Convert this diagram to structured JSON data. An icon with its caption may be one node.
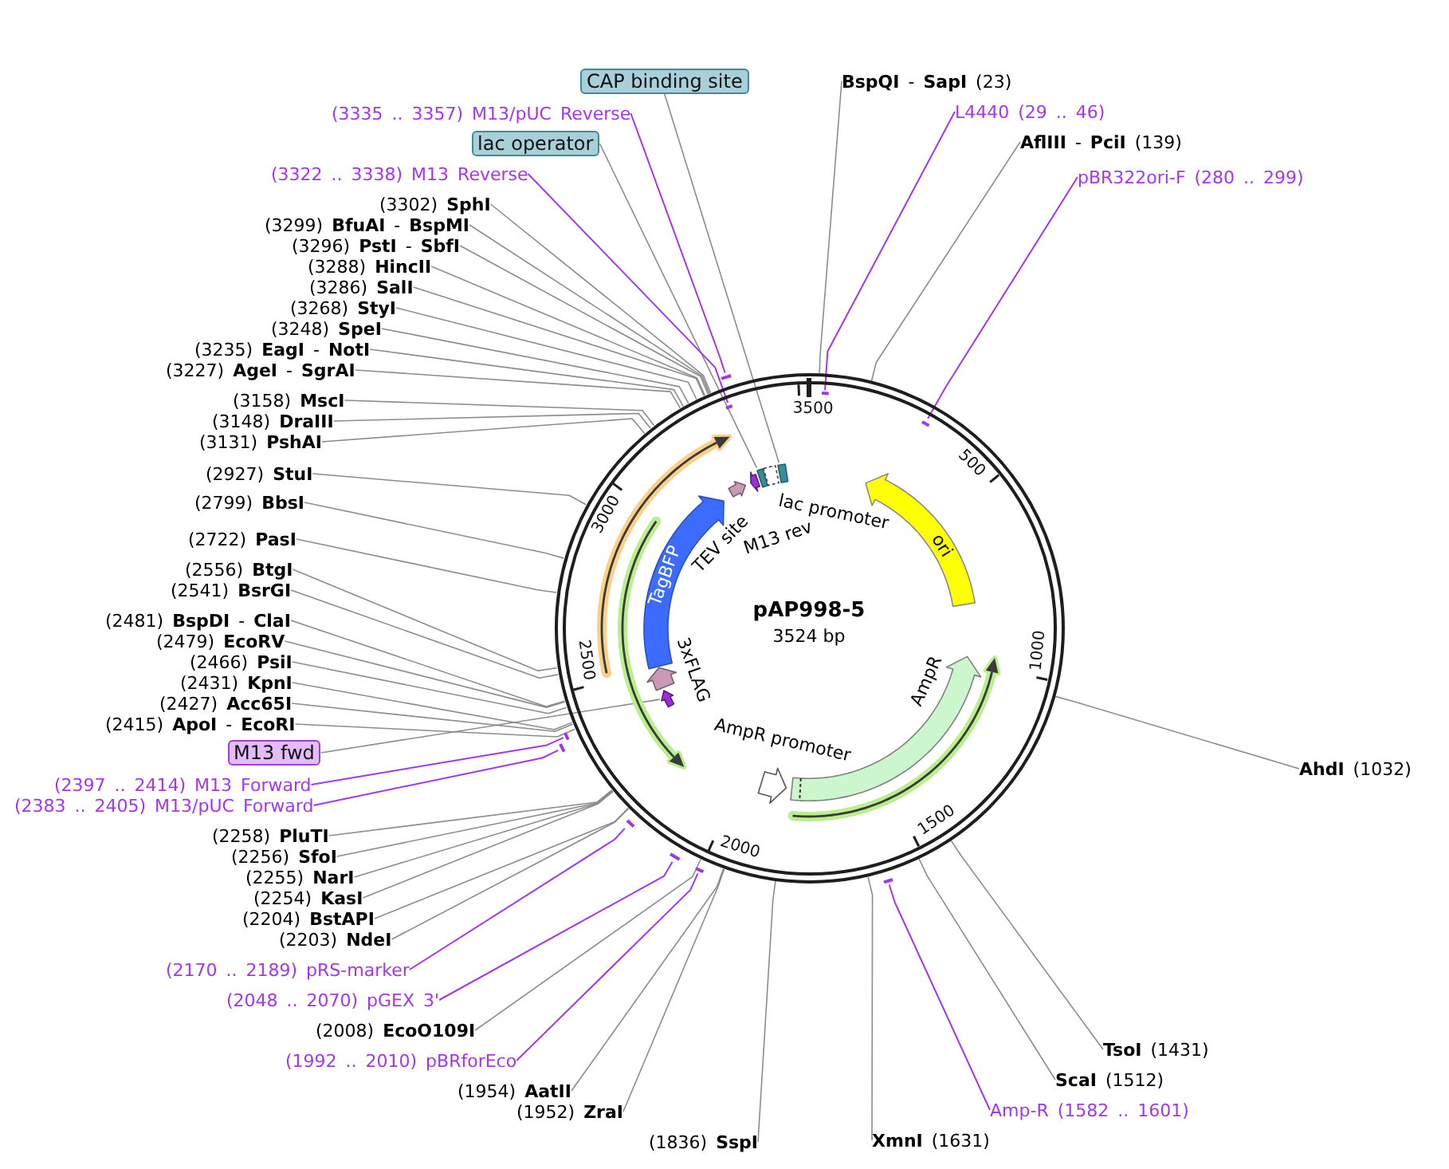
{
  "diagram": {
    "nodes": [
      {
        "text": [
          "pAP998-5",
          "3524 bp"
        ]
      },
      {
        "text": [
          "ori"
        ],
        "in": 0
      },
      {
        "text": [
          "AmpR"
        ],
        "in": 0
      },
      {
        "text": [
          "AmpR promoter"
        ],
        "in": 0
      },
      {
        "text": [
          "TagBFP"
        ],
        "in": 0
      },
      {
        "text": [
          "3xFLAG"
        ],
        "in": 0
      },
      {
        "text": [],
        "shape": "arrow",
        "in": 0
      },
      {
        "text": [
          "TEV site"
        ],
        "in": 0
      },
      {
        "text": [
          "M13 rev"
        ],
        "in": 0
      },
      {
        "text": [],
        "shape": "box",
        "in": 0
      },
      {
        "text": [
          "lac promoter"
        ],
        "in": 0
      },
      {
        "text": [],
        "shape": "box",
        "in": 0
      },
      {
        "text": [
          "CAP binding site"
        ]
      },
      {
        "text": [
          "**BspQI** - **SapI** (23)"
        ]
      },
      {
        "text": [
          "(3335 .. 3357) M13/pUC Reverse"
        ]
      },
      {
        "text": [
          "L4440 (29 .. 46)"
        ]
      },
      {
        "text": [
          "lac operator"
        ]
      },
      {
        "text": [
          "**AflIII** - **PciI** (139)"
        ]
      },
      {
        "text": [
          "(3322 .. 3338) M13 Reverse"
        ]
      },
      {
        "text": [
          "pBR322ori-F (280 .. 299)"
        ]
      },
      {
        "text": [
          "(3302) **SphI**"
        ]
      },
      {
        "text": [
          "(3299) **BfuAI** - **BspMI**"
        ]
      },
      {
        "text": [
          "(3296) **PstI** - **SbfI**"
        ]
      },
      {
        "text": [
          "(3288) **HincII**"
        ]
      },
      {
        "text": [
          "(3286) **SalI**"
        ]
      },
      {
        "text": [
          "(3268) **StyI**"
        ]
      },
      {
        "text": [
          "(3248) **SpeI**"
        ]
      },
      {
        "text": [
          "(3235) **EagI** - **NotI**"
        ]
      },
      {
        "text": [
          "(3227) **AgeI** - **SgrAI**"
        ]
      },
      {
        "text": [
          "(3158) **MscI**"
        ]
      },
      {
        "text": [
          "(3148) **DraIII**"
        ]
      },
      {
        "text": [
          "(3131) **PshAI**"
        ]
      },
      {
        "text": [
          "(2927) **StuI**"
        ]
      },
      {
        "text": [
          "(2799) **BbsI**"
        ]
      },
      {
        "text": [
          "(2722) **PasI**"
        ]
      },
      {
        "text": [
          "(2556) **BtgI**"
        ]
      },
      {
        "text": [
          "(2541) **BsrGI**"
        ]
      },
      {
        "text": [
          "(2481) **BspDI** - **ClaI**"
        ]
      },
      {
        "text": [
          "(2479) **EcoRV**"
        ]
      },
      {
        "text": [
          "(2466) **PsiI**"
        ]
      },
      {
        "text": [
          "(2431) **KpnI**"
        ]
      },
      {
        "text": [
          "(2427) **Acc65I**"
        ]
      },
      {
        "text": [
          "(2415) **ApoI** - **EcoRI**"
        ]
      },
      {
        "text": [
          "M13 fwd"
        ]
      },
      {
        "text": [
          "**AhdI** (1032)"
        ]
      },
      {
        "text": [
          "(2397 .. 2414) M13 Forward"
        ]
      },
      {
        "text": [
          "(2383 .. 2405) M13/pUC Forward"
        ]
      },
      {
        "text": [
          "(2258) **PluTI**"
        ]
      },
      {
        "text": [
          "(2256) **SfoI**"
        ]
      },
      {
        "text": [
          "(2255) **NarI**"
        ]
      },
      {
        "text": [
          "(2254) **KasI**"
        ]
      },
      {
        "text": [
          "(2204) **BstAPI**"
        ]
      },
      {
        "text": [
          "(2203) **NdeI**"
        ]
      },
      {
        "text": [
          "(2170 .. 2189) pRS-marker"
        ]
      },
      {
        "text": [
          "(2048 .. 2070) pGEX 3'"
        ]
      },
      {
        "text": [
          "(2008) **EcoO109I**"
        ]
      },
      {
        "text": [
          "**TsoI** (1431)"
        ]
      },
      {
        "text": [
          "(1992 .. 2010) pBRforEco"
        ]
      },
      {
        "text": [
          "**ScaI** (1512)"
        ]
      },
      {
        "text": [
          "(1954) **AatII**"
        ]
      },
      {
        "text": [
          "Amp-R (1582 .. 1601)"
        ]
      },
      {
        "text": [
          "(1952) **ZraI**"
        ]
      },
      {
        "text": [
          "**XmnI** (1631)"
        ]
      },
      {
        "text": [
          "(1836) **SspI**"
        ]
      },
      {
        "text": [],
        "shape": "bar",
        "in": 0
      },
      {
        "text": [],
        "shape": "bar",
        "in": 0
      },
      {
        "text": [],
        "shape": "bar",
        "in": 0
      },
      {
        "text": [],
        "shape": "bar",
        "in": 0
      },
      {
        "text": [],
        "shape": "bar",
        "in": 0
      },
      {
        "text": [],
        "shape": "bar",
        "in": 0
      },
      {
        "text": [],
        "shape": "bar",
        "in": 0
      },
      {
        "text": [],
        "shape": "bar",
        "in": 0
      },
      {
        "text": [],
        "shape": "bar",
        "in": 0
      },
      {
        "text": [],
        "shape": "bar",
        "in": 0
      }
    ],
    "edges": [
      {
        "from": 12,
        "to": 11,
        "arrow": "none"
      },
      {
        "from": 13,
        "to": 0,
        "arrow": "none"
      },
      {
        "from": 14,
        "to": 64,
        "arrow": "none",
        "color": "#a336f0"
      },
      {
        "from": 15,
        "to": 66,
        "arrow": "none",
        "color": "#a336f0"
      },
      {
        "from": 16,
        "to": 9,
        "arrow": "none"
      },
      {
        "from": 17,
        "to": 0,
        "arrow": "none"
      },
      {
        "from": 18,
        "to": 65,
        "arrow": "none",
        "color": "#a336f0"
      },
      {
        "from": 19,
        "to": 67,
        "arrow": "none",
        "color": "#a336f0"
      },
      {
        "from": 20,
        "to": 0,
        "arrow": "none"
      },
      {
        "from": 21,
        "to": 0,
        "arrow": "none"
      },
      {
        "from": 22,
        "to": 0,
        "arrow": "none"
      },
      {
        "from": 23,
        "to": 0,
        "arrow": "none"
      },
      {
        "from": 24,
        "to": 0,
        "arrow": "none"
      },
      {
        "from": 25,
        "to": 0,
        "arrow": "none"
      },
      {
        "from": 26,
        "to": 0,
        "arrow": "none"
      },
      {
        "from": 27,
        "to": 0,
        "arrow": "none"
      },
      {
        "from": 28,
        "to": 0,
        "arrow": "none"
      },
      {
        "from": 29,
        "to": 0,
        "arrow": "none"
      },
      {
        "from": 30,
        "to": 0,
        "arrow": "none"
      },
      {
        "from": 31,
        "to": 0,
        "arrow": "none"
      },
      {
        "from": 32,
        "to": 0,
        "arrow": "none"
      },
      {
        "from": 33,
        "to": 0,
        "arrow": "none"
      },
      {
        "from": 34,
        "to": 0,
        "arrow": "none"
      },
      {
        "from": 35,
        "to": 0,
        "arrow": "none"
      },
      {
        "from": 36,
        "to": 0,
        "arrow": "none"
      },
      {
        "from": 37,
        "to": 0,
        "arrow": "none"
      },
      {
        "from": 38,
        "to": 0,
        "arrow": "none"
      },
      {
        "from": 39,
        "to": 0,
        "arrow": "none"
      },
      {
        "from": 40,
        "to": 0,
        "arrow": "none"
      },
      {
        "from": 41,
        "to": 0,
        "arrow": "none"
      },
      {
        "from": 42,
        "to": 0,
        "arrow": "none"
      },
      {
        "from": 43,
        "to": 6,
        "arrow": "none"
      },
      {
        "from": 44,
        "to": 0,
        "arrow": "none"
      },
      {
        "from": 45,
        "to": 68,
        "arrow": "none",
        "color": "#a336f0"
      },
      {
        "from": 46,
        "to": 69,
        "arrow": "none",
        "color": "#a336f0"
      },
      {
        "from": 47,
        "to": 0,
        "arrow": "none"
      },
      {
        "from": 48,
        "to": 0,
        "arrow": "none"
      },
      {
        "from": 49,
        "to": 0,
        "arrow": "none"
      },
      {
        "from": 50,
        "to": 0,
        "arrow": "none"
      },
      {
        "from": 51,
        "to": 0,
        "arrow": "none"
      },
      {
        "from": 52,
        "to": 0,
        "arrow": "none"
      },
      {
        "from": 53,
        "to": 70,
        "arrow": "none",
        "color": "#a336f0"
      },
      {
        "from": 54,
        "to": 71,
        "arrow": "none",
        "color": "#a336f0"
      },
      {
        "from": 55,
        "to": 0,
        "arrow": "none"
      },
      {
        "from": 56,
        "to": 0,
        "arrow": "none"
      },
      {
        "from": 57,
        "to": 72,
        "arrow": "none",
        "color": "#a336f0"
      },
      {
        "from": 58,
        "to": 0,
        "arrow": "none"
      },
      {
        "from": 59,
        "to": 0,
        "arrow": "none"
      },
      {
        "from": 60,
        "to": 73,
        "arrow": "none",
        "color": "#a336f0"
      },
      {
        "from": 61,
        "to": 0,
        "arrow": "none"
      },
      {
        "from": 62,
        "to": 0,
        "arrow": "none"
      },
      {
        "from": 63,
        "to": 0,
        "arrow": "none"
      }
    ],
    "labels": [
      "3500",
      "500",
      "3000",
      "1000",
      "2500",
      "1500",
      "2000"
    ]
  }
}
